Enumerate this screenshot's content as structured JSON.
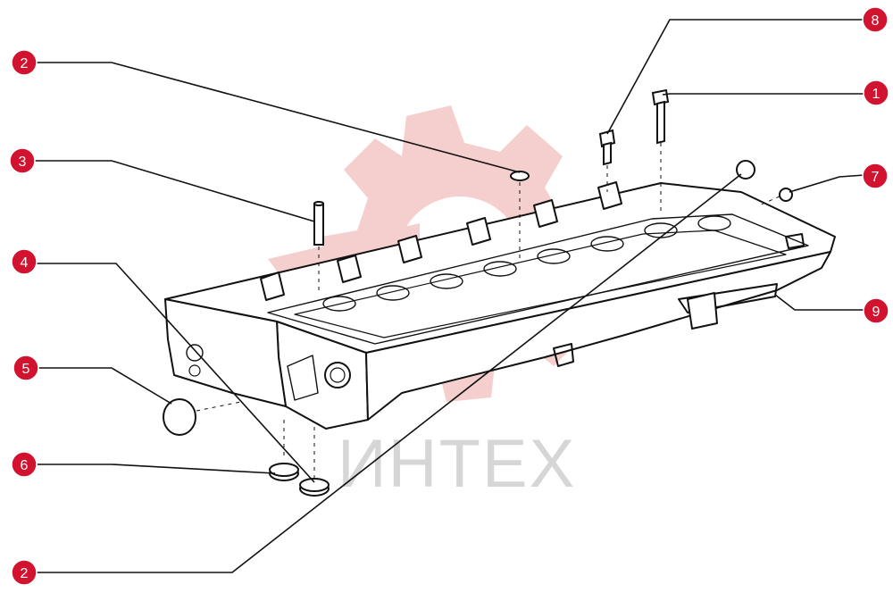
{
  "colors": {
    "callout_fill": "#d2132f",
    "watermark_gear": "#f4c9c9",
    "watermark_text": "#d6d6d6",
    "line": "#111111"
  },
  "watermark": {
    "text": "ИНТЕХ",
    "icon": "gear-logo-icon"
  },
  "callouts": [
    {
      "id": "c2-top",
      "label": "2"
    },
    {
      "id": "c3",
      "label": "3"
    },
    {
      "id": "c4",
      "label": "4"
    },
    {
      "id": "c5",
      "label": "5"
    },
    {
      "id": "c6",
      "label": "6"
    },
    {
      "id": "c2-bottom",
      "label": "2"
    },
    {
      "id": "c8",
      "label": "8"
    },
    {
      "id": "c1",
      "label": "1"
    },
    {
      "id": "c7",
      "label": "7"
    },
    {
      "id": "c9",
      "label": "9"
    }
  ]
}
